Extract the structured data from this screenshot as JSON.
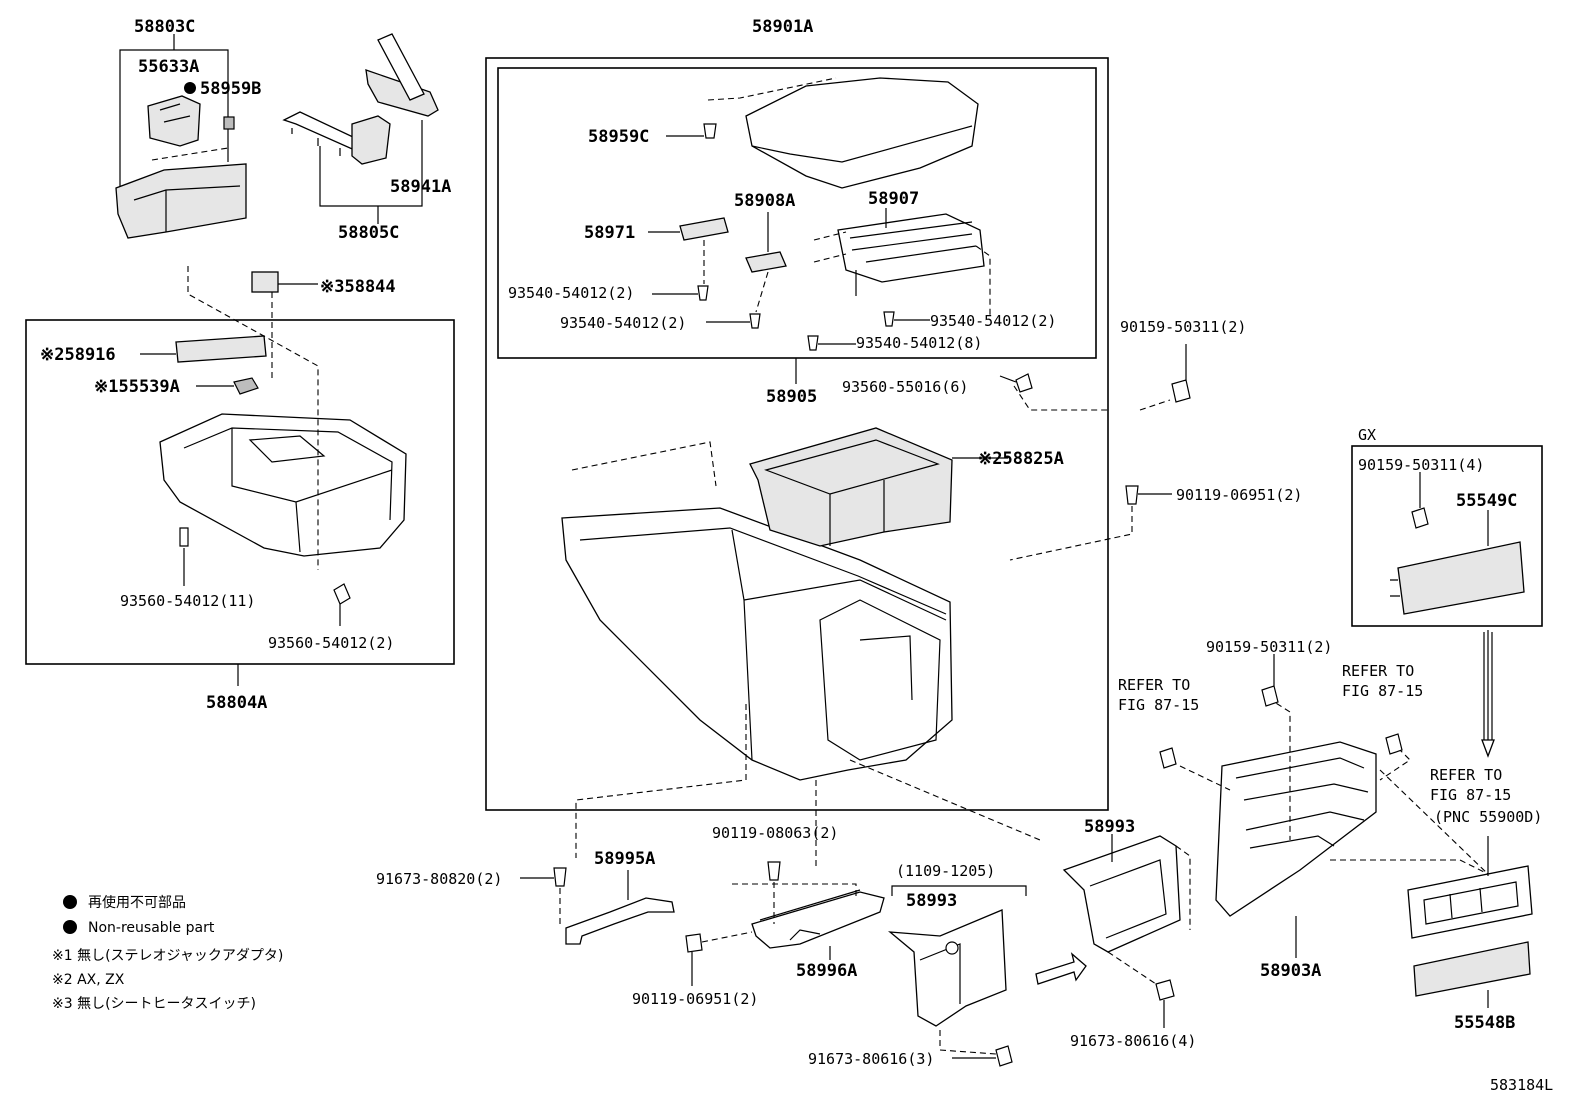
{
  "labels": {
    "p58803C": "58803C",
    "p55633A": "55633A",
    "p58959B": "58959B",
    "p58941A": "58941A",
    "p58805C": "58805C",
    "p58844": "※358844",
    "p58916": "※258916",
    "p55539A": "※155539A",
    "p93560_11": "93560-54012(11)",
    "p93560_2": "93560-54012(2)",
    "p58804A": "58804A",
    "p58901A": "58901A",
    "p58959C": "58959C",
    "p58908A": "58908A",
    "p58907": "58907",
    "p58971": "58971",
    "p93540_a": "93540-54012(2)",
    "p93540_b": "93540-54012(2)",
    "p93540_c": "93540-54012(2)",
    "p93540_8": "93540-54012(8)",
    "p58905": "58905",
    "p93560_6": "93560-55016(6)",
    "p90159_a": "90159-50311(2)",
    "p58825A": "※258825A",
    "p90119_06951a": "90119-06951(2)",
    "gx": "GX",
    "p90159_4": "90159-50311(4)",
    "p55549C": "55549C",
    "p90159_b": "90159-50311(2)",
    "refer1_a": "REFER TO",
    "refer1_b": "FIG 87-15",
    "refer2_a": "REFER TO",
    "refer2_b": "FIG 87-15",
    "refer3_a": "REFER TO",
    "refer3_b": "FIG 87-15",
    "refer3_c": "(PNC 55900D)",
    "p58993_a": "58993",
    "p58993_b": "58993",
    "range": "(1109-1205)",
    "p58995A": "58995A",
    "p91673_80820": "91673-80820(2)",
    "p90119_08063": "90119-08063(2)",
    "p58996A": "58996A",
    "p90119_06951b": "90119-06951(2)",
    "p91673_80616_3": "91673-80616(3)",
    "p91673_80616_4": "91673-80616(4)",
    "p58903A": "58903A",
    "p55548B": "55548B",
    "figno": "583184L"
  },
  "legend": {
    "line1": "再使用不可部品",
    "line2": "Non-reusable part",
    "note1": "※1 無し(ステレオジャックアダプタ)",
    "note2": "※2 AX, ZX",
    "note3": "※3 無し(シートヒータスイッチ)"
  }
}
